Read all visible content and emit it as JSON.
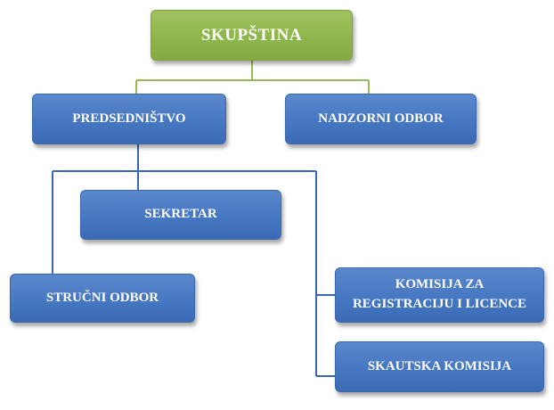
{
  "nodes": {
    "skupstina": "SKUPŠTINA",
    "predsednistvo": "PREDSEDNIŠTVO",
    "nadzorni_odbor": "NADZORNI ODBOR",
    "sekretar": "SEKRETAR",
    "strucni_odbor": "STRUČNI ODBOR",
    "komisija_licence": "KOMISIJA ZA REGISTRACIJU I LICENCE",
    "skautska_komisija": "SKAUTSKA KOMISIJA"
  },
  "edges": [
    [
      "skupstina",
      "predsednistvo"
    ],
    [
      "skupstina",
      "nadzorni_odbor"
    ],
    [
      "predsednistvo",
      "sekretar"
    ],
    [
      "predsednistvo",
      "strucni_odbor"
    ],
    [
      "predsednistvo",
      "komisija_licence"
    ],
    [
      "predsednistvo",
      "skautska_komisija"
    ]
  ],
  "colors": {
    "top_node": "#8fb64d",
    "top_connector": "#9bbb59",
    "node": "#4677c2",
    "connector": "#3b68b0",
    "text": "#ffffff"
  }
}
